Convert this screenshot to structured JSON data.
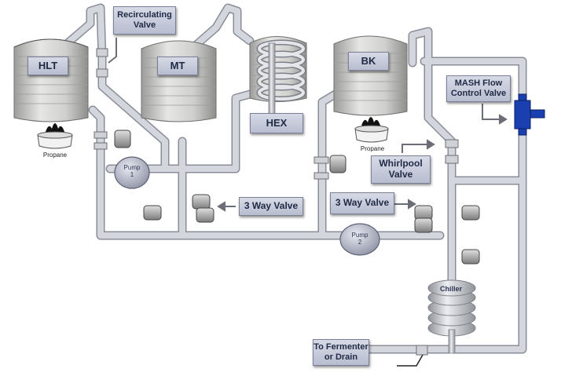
{
  "tanks": {
    "hlt": "HLT",
    "mt": "MT",
    "bk": "BK",
    "hex": "HEX"
  },
  "labels": {
    "recirculating_valve": "Recirculating\nValve",
    "three_way_valve_left": "3 Way Valve",
    "three_way_valve_right": "3 Way Valve",
    "whirlpool_valve": "Whirlpool\nValve",
    "mash_flow_control_valve": "MASH Flow\nControl Valve",
    "to_fermenter": "To Fermenter\nor Drain"
  },
  "pumps": {
    "pump1": "Pump\n1",
    "pump2": "Pump\n2"
  },
  "chiller": "Chiller",
  "burners": {
    "hlt": "Propane",
    "bk": "Propane"
  },
  "colors": {
    "pipe": "#c9ccd4",
    "pipe_edge": "#8a8e98",
    "tank": "#d4d4d2",
    "control_valve": "#1a3fb0"
  }
}
